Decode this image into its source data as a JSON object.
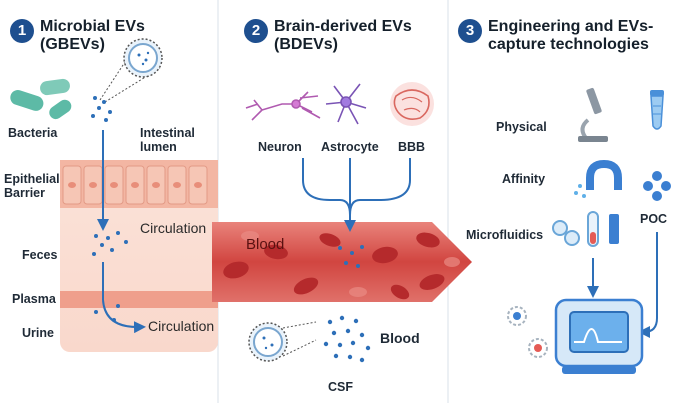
{
  "panels": [
    {
      "number": "1",
      "title": "Microbial EVs\n(GBEVs)"
    },
    {
      "number": "2",
      "title": "Brain-derived EVs\n(BDEVs)"
    },
    {
      "number": "3",
      "title": "Engineering and EVs-\ncapture technologies"
    }
  ],
  "gut": {
    "bacteria": "Bacteria",
    "intestinal_lumen": "Intestinal\nlumen",
    "epithelial_barrier": "Epithelial\nBarrier",
    "circulation_top": "Circulation",
    "feces": "Feces",
    "plasma": "Plasma",
    "urine": "Urine",
    "circulation_bottom": "Circulation"
  },
  "brain": {
    "neuron": "Neuron",
    "astrocyte": "Astrocyte",
    "bbb": "BBB",
    "blood_vessel_label": "Blood",
    "blood": "Blood",
    "csf": "CSF"
  },
  "tech": {
    "physical": "Physical",
    "affinity": "Affinity",
    "microfluidics": "Microfluidics",
    "poc": "POC"
  },
  "colors": {
    "number_badge": "#1e4f8f",
    "ev_dots": "#2d6fb8",
    "vessel": "#d64a44",
    "gut_wall": "#f5c0ae",
    "plasma_band": "#ef9f8c",
    "bacteria": "#5dbaa6"
  }
}
